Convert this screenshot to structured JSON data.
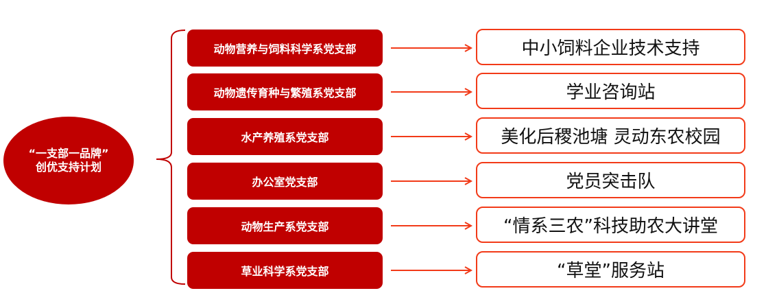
{
  "center": {
    "line1": "“一支部一品牌”",
    "line2": "创优支持计划"
  },
  "rows": [
    {
      "branch": "动物营养与饲料科学系党支部",
      "target": "中小饲料企业技术支持"
    },
    {
      "branch": "动物遗传育种与繁殖系党支部",
      "target": "学业咨询站"
    },
    {
      "branch": "水产养殖系党支部",
      "target": "美化后稷池塘 灵动东农校园"
    },
    {
      "branch": "办公室党支部",
      "target": "党员突击队"
    },
    {
      "branch": "动物生产系党支部",
      "target": "“情系三农”科技助农大讲堂"
    },
    {
      "branch": "草业科学系党支部",
      "target": "“草堂”服务站"
    }
  ],
  "colors": {
    "primary": "#C00000",
    "arrow": "#F23A18"
  }
}
